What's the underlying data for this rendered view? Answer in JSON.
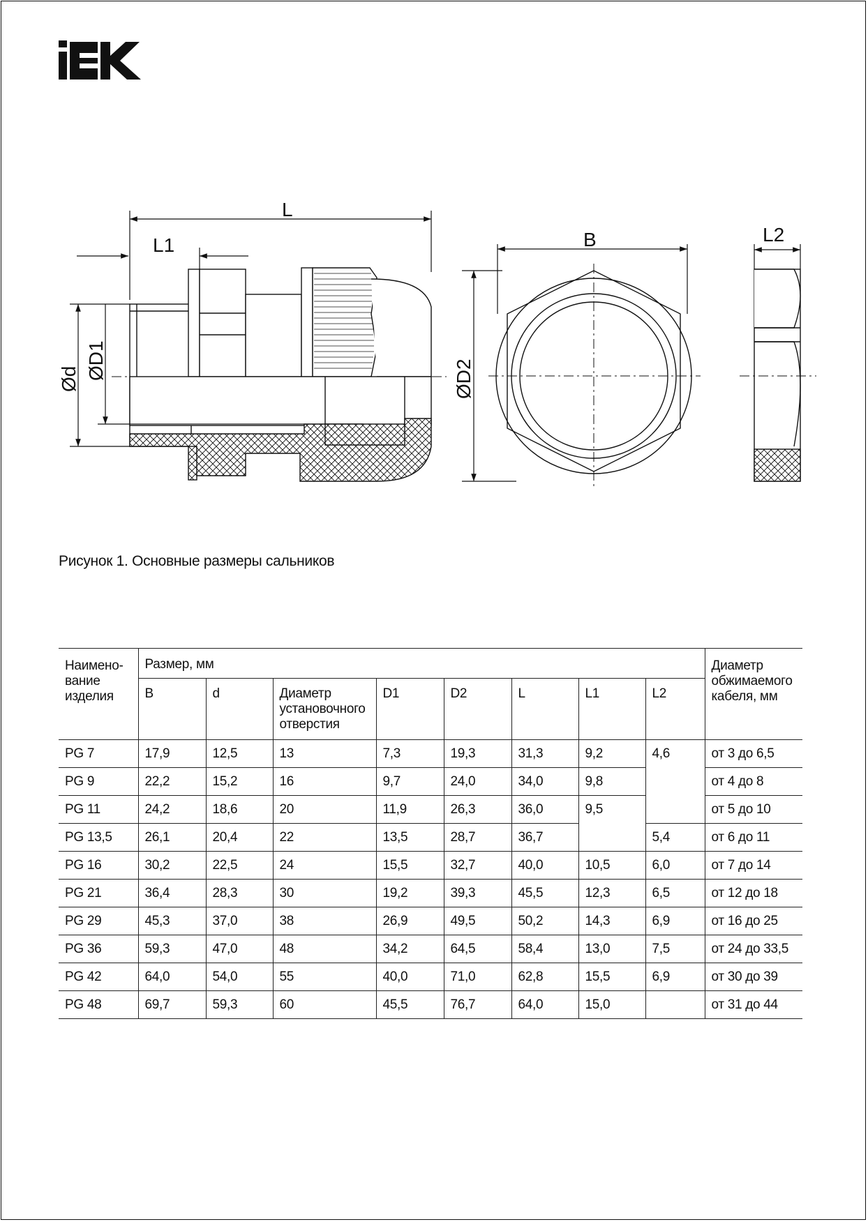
{
  "brand": {
    "logo_text": "IEK"
  },
  "figure": {
    "labels": {
      "L": "L",
      "L1": "L1",
      "L2": "L2",
      "B": "B",
      "d": "Ød",
      "D1": "ØD1",
      "D2": "ØD2"
    },
    "caption": "Рисунок 1. Основные размеры сальников"
  },
  "table": {
    "header": {
      "name": "Наимено-\nвание\nизделия",
      "size_group": "Размер, мм",
      "cable": "Диаметр\nобжимаемого\nкабеля, мм",
      "cols": [
        "B",
        "d",
        "Диаметр\nустановочного\nотверстия",
        "D1",
        "D2",
        "L",
        "L1",
        "L2"
      ]
    },
    "rows": [
      {
        "name": "PG 7",
        "B": "17,9",
        "d": "12,5",
        "hole": "13",
        "D1": "7,3",
        "D2": "19,3",
        "L": "31,3",
        "L1": "9,2",
        "L2": "4,6",
        "cable": "от 3 до 6,5"
      },
      {
        "name": "PG 9",
        "B": "22,2",
        "d": "15,2",
        "hole": "16",
        "D1": "9,7",
        "D2": "24,0",
        "L": "34,0",
        "L1": "9,8",
        "L2": "",
        "cable": "от 4 до 8"
      },
      {
        "name": "PG 11",
        "B": "24,2",
        "d": "18,6",
        "hole": "20",
        "D1": "11,9",
        "D2": "26,3",
        "L": "36,0",
        "L1": "9,5",
        "L2": "",
        "cable": "от 5 до 10"
      },
      {
        "name": "PG 13,5",
        "B": "26,1",
        "d": "20,4",
        "hole": "22",
        "D1": "13,5",
        "D2": "28,7",
        "L": "36,7",
        "L1": "",
        "L2": "5,4",
        "cable": "от 6 до 11"
      },
      {
        "name": "PG 16",
        "B": "30,2",
        "d": "22,5",
        "hole": "24",
        "D1": "15,5",
        "D2": "32,7",
        "L": "40,0",
        "L1": "10,5",
        "L2": "6,0",
        "cable": "от 7 до 14"
      },
      {
        "name": "PG 21",
        "B": "36,4",
        "d": "28,3",
        "hole": "30",
        "D1": "19,2",
        "D2": "39,3",
        "L": "45,5",
        "L1": "12,3",
        "L2": "6,5",
        "cable": "от 12 до 18"
      },
      {
        "name": "PG 29",
        "B": "45,3",
        "d": "37,0",
        "hole": "38",
        "D1": "26,9",
        "D2": "49,5",
        "L": "50,2",
        "L1": "14,3",
        "L2": "6,9",
        "cable": "от 16 до 25"
      },
      {
        "name": "PG 36",
        "B": "59,3",
        "d": "47,0",
        "hole": "48",
        "D1": "34,2",
        "D2": "64,5",
        "L": "58,4",
        "L1": "13,0",
        "L2": "7,5",
        "cable": "от 24 до 33,5"
      },
      {
        "name": "PG 42",
        "B": "64,0",
        "d": "54,0",
        "hole": "55",
        "D1": "40,0",
        "D2": "71,0",
        "L": "62,8",
        "L1": "15,5",
        "L2": "6,9",
        "cable": "от 30 до 39"
      },
      {
        "name": "PG 48",
        "B": "69,7",
        "d": "59,3",
        "hole": "60",
        "D1": "45,5",
        "D2": "76,7",
        "L": "64,0",
        "L1": "15,0",
        "L2": "",
        "cable": "от 31 до 44"
      }
    ]
  }
}
